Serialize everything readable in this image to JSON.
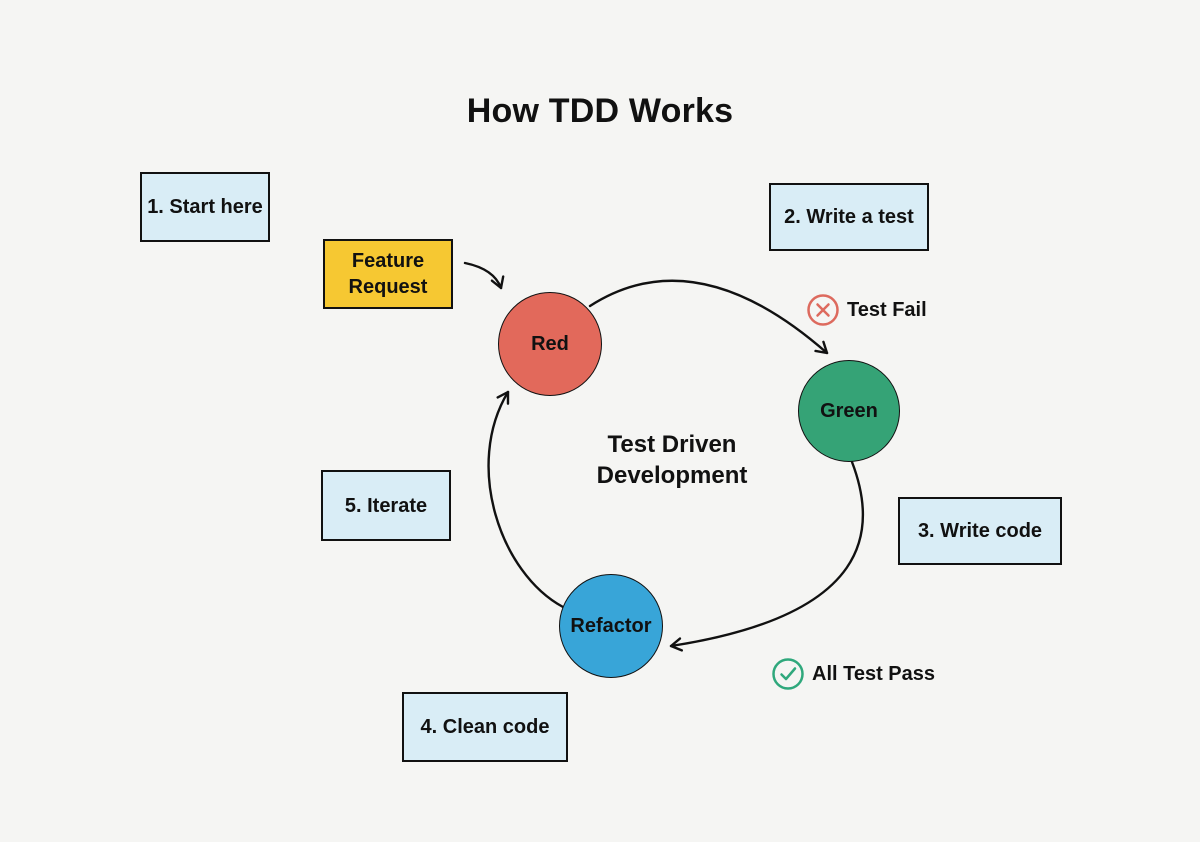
{
  "title": "How TDD Works",
  "steps": [
    {
      "label": "1. Start here"
    },
    {
      "label": "2. Write a test"
    },
    {
      "label": "3. Write code"
    },
    {
      "label": "4. Clean code"
    },
    {
      "label": "5. Iterate"
    }
  ],
  "feature_request": {
    "label": "Feature Request"
  },
  "cycle": {
    "nodes": [
      {
        "id": "red",
        "label": "Red",
        "color": "#e2695b"
      },
      {
        "id": "green",
        "label": "Green",
        "color": "#35a376"
      },
      {
        "id": "refactor",
        "label": "Refactor",
        "color": "#38a5d8"
      }
    ],
    "center_label": {
      "line1": "Test Driven",
      "line2": "Development"
    }
  },
  "annotations": [
    {
      "id": "test-fail",
      "icon": "x-circle-icon",
      "icon_color": "#dd6a5e",
      "label": "Test Fail"
    },
    {
      "id": "all-test-pass",
      "icon": "check-circle-icon",
      "icon_color": "#2fa87c",
      "label": "All Test Pass"
    }
  ],
  "colors": {
    "background": "#f5f5f3",
    "step_box_fill": "#d9edf6",
    "feature_box_fill": "#f6c832",
    "outline": "#111111",
    "arrow_stroke": "#111111"
  }
}
